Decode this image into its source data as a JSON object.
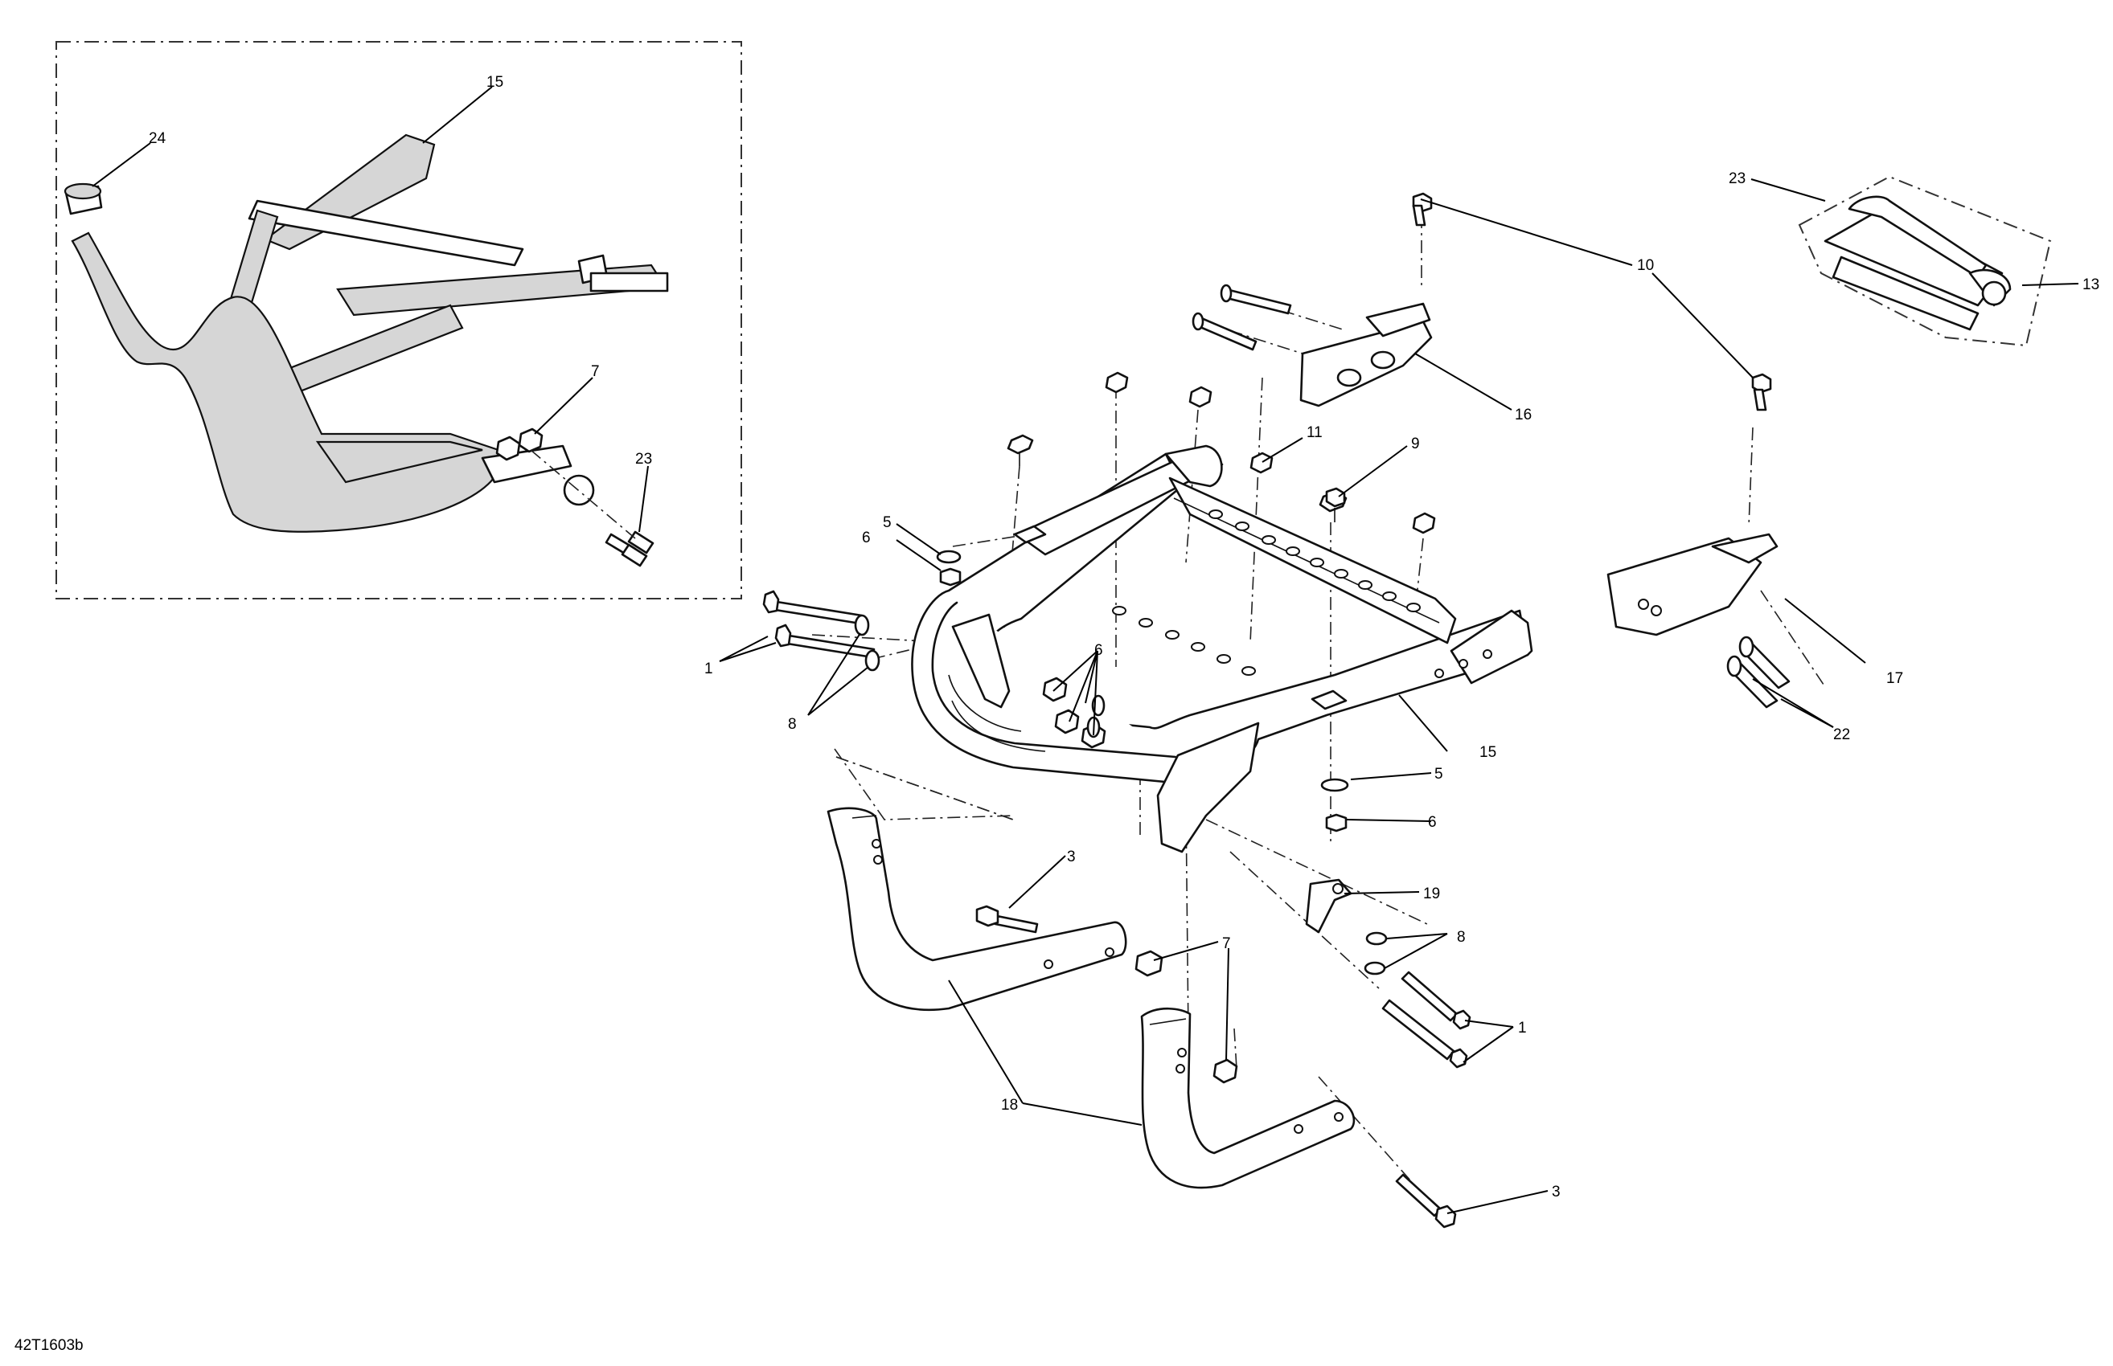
{
  "diagram": {
    "reference_code": "42T1603b",
    "callouts": {
      "c15a": "15",
      "c24": "24",
      "c7a": "7",
      "c23a": "23",
      "c10": "10",
      "c23b": "23",
      "c13": "13",
      "c16": "16",
      "c11": "11",
      "c9": "9",
      "c5a": "5",
      "c6a": "6",
      "c1a": "1",
      "c8a": "8",
      "c6b": "6",
      "c15b": "15",
      "c17": "17",
      "c22": "22",
      "c5b": "5",
      "c6c": "6",
      "c3a": "3",
      "c19": "19",
      "c8b": "8",
      "c7b": "7",
      "c1b": "1",
      "c18": "18",
      "c3b": "3"
    }
  }
}
